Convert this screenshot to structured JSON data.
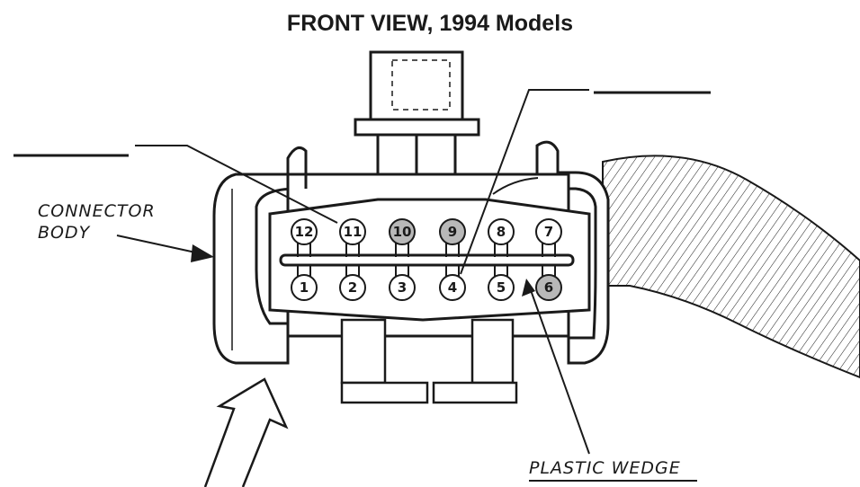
{
  "title": "FRONT VIEW, 1994 Models",
  "labels": {
    "connector_body_line1": "CONNECTOR",
    "connector_body_line2": "BODY",
    "plastic_wedge": "PLASTIC WEDGE"
  },
  "pins_top": [
    "12",
    "11",
    "10",
    "9",
    "8",
    "7"
  ],
  "pins_bottom": [
    "1",
    "2",
    "3",
    "4",
    "5",
    "6"
  ],
  "highlighted_pins": [
    "10",
    "9",
    "6"
  ],
  "colors": {
    "line": "#1a1a1a",
    "highlight": "#b8b8b8",
    "background": "#ffffff"
  }
}
